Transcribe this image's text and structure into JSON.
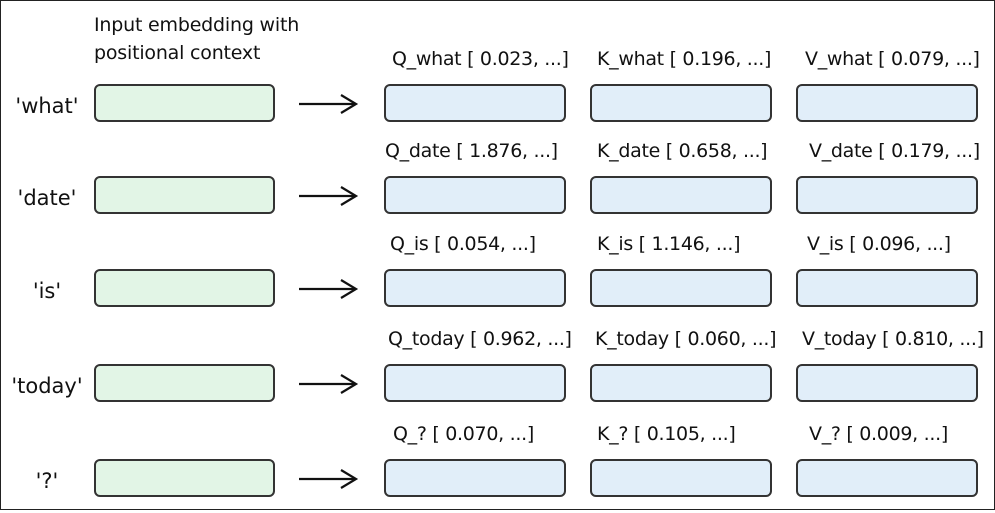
{
  "header": {
    "line1": "Input embedding with",
    "line2": "positional context"
  },
  "rows": [
    {
      "token": "'what'",
      "q": "Q_what [ 0.023, ...]",
      "k": "K_what [ 0.196, ...]",
      "v": "V_what [ 0.079, ...]"
    },
    {
      "token": "'date'",
      "q": "Q_date [ 1.876, ...]",
      "k": "K_date [ 0.658, ...]",
      "v": "V_date [ 0.179, ...]"
    },
    {
      "token": "'is'",
      "q": "Q_is [ 0.054, ...]",
      "k": "K_is [ 1.146, ...]",
      "v": "V_is [ 0.096, ...]"
    },
    {
      "token": "'today'",
      "q": "Q_today [ 0.962, ...]",
      "k": "K_today [ 0.060, ...]",
      "v": "V_today [ 0.810, ...]"
    },
    {
      "token": "'?'",
      "q": "Q_? [ 0.070, ...]",
      "k": "K_? [ 0.105, ...]",
      "v": "V_? [ 0.009, ...]"
    }
  ],
  "colors": {
    "embedding_fill": "#e2f5e6",
    "vector_fill": "#e1eef9",
    "stroke": "#333333"
  }
}
